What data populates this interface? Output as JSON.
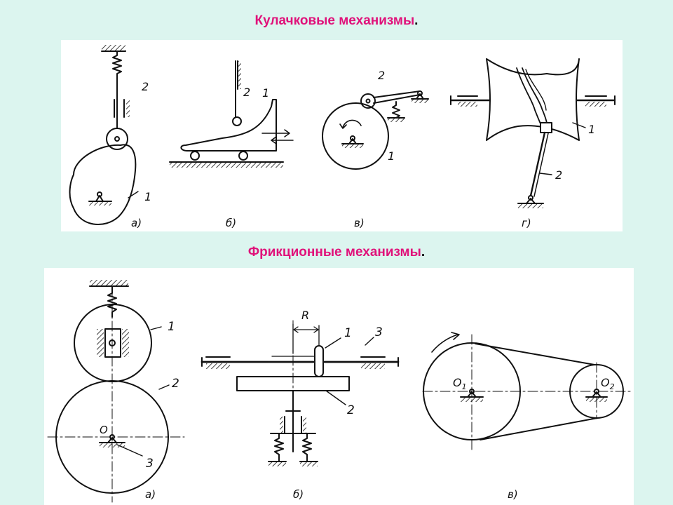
{
  "cam_section": {
    "title": "Кулачковые механизмы",
    "title_suffix": ".",
    "figure_labels": [
      "а)",
      "б)",
      "в)",
      "г)"
    ],
    "part_numbers": {
      "a": [
        "2",
        "1"
      ],
      "b": [
        "2",
        "1"
      ],
      "v": [
        "2",
        "1"
      ],
      "g": [
        "1",
        "2"
      ]
    }
  },
  "friction_section": {
    "title": "Фрикционные механизмы",
    "title_suffix": ".",
    "figure_labels": [
      "а)",
      "б)",
      "в)"
    ],
    "part_numbers": {
      "a": [
        "1",
        "2",
        "3"
      ],
      "b": [
        "1",
        "3",
        "2"
      ]
    },
    "symbols": {
      "radius": "R",
      "center": "O",
      "center1": "O",
      "center1_sub": "1",
      "center2": "O",
      "center2_sub": "2"
    }
  },
  "colors": {
    "background": "#dcf5ef",
    "title": "#e0127a",
    "panel": "#ffffff",
    "ink": "#111111"
  }
}
